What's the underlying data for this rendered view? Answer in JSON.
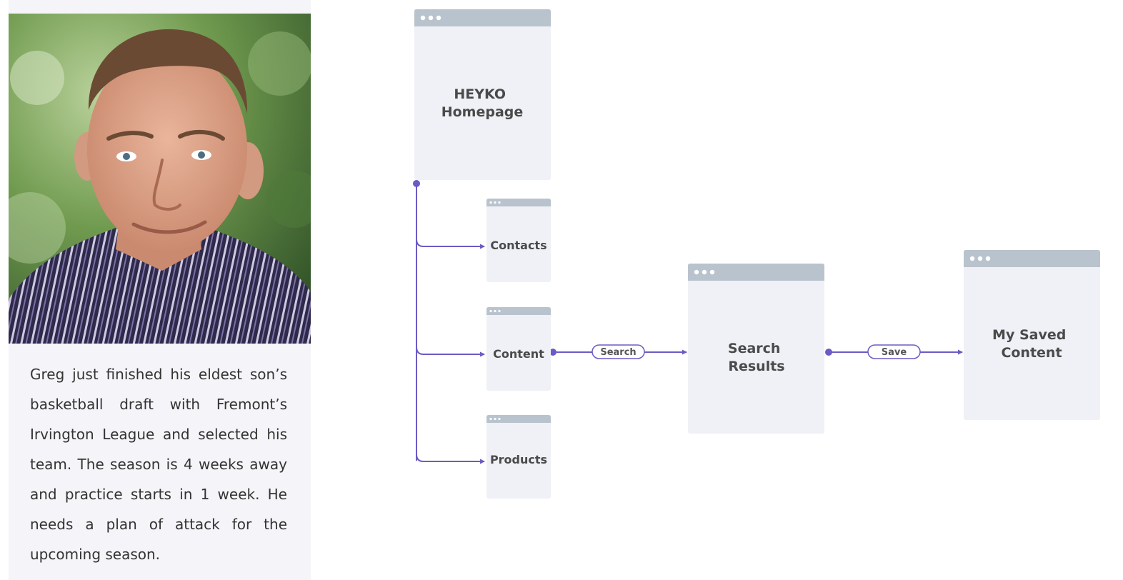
{
  "persona": {
    "photo_alt": "Portrait photo of a smiling man in a striped shirt",
    "bio": "Greg just finished his eldest son’s basketball draft  with Fremont’s Irvington League and selected his team. The season is 4 weeks away and practice starts in 1 week. He needs a plan of attack for the upcoming season."
  },
  "flow": {
    "colors": {
      "connector": "#6b5bc4",
      "window_body": "#eff1f6",
      "window_bar": "#b9c3cd",
      "window_dots": "#ffffff",
      "label_text": "#4a4a4a"
    },
    "windows": {
      "homepage": [
        "HEYKO",
        "Homepage"
      ],
      "contacts": [
        "Contacts"
      ],
      "content": [
        "Content"
      ],
      "products": [
        "Products"
      ],
      "search_results": [
        "Search",
        "Results"
      ],
      "saved_content": [
        "My Saved",
        "Content"
      ]
    },
    "actions": {
      "search": "Search",
      "save": "Save"
    }
  }
}
